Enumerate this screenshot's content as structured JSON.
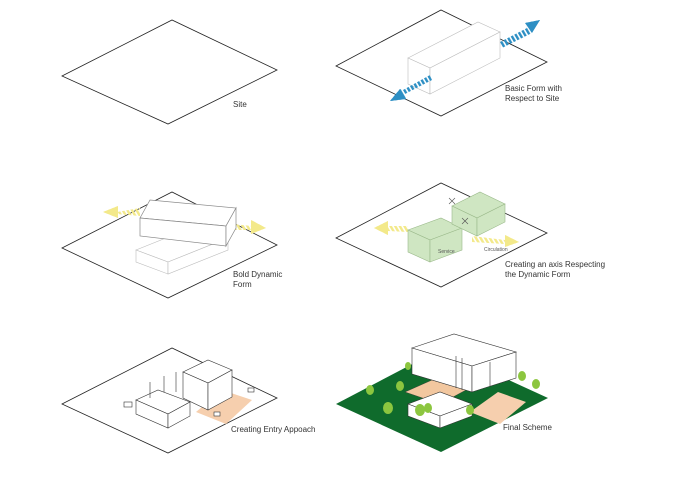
{
  "diagram": {
    "panels": [
      {
        "caption": "Site"
      },
      {
        "caption": "Basic Form with\nRespect to Site"
      },
      {
        "caption": "Bold Dynamic\nForm"
      },
      {
        "caption": "Creating an axis Respecting\nthe Dynamic Form"
      },
      {
        "caption": "Creating Entry Appoach"
      },
      {
        "caption": "Final Scheme"
      }
    ],
    "labels": {
      "service": "Service",
      "circulation": "Circulation"
    },
    "colors": {
      "line": "#222222",
      "arrow_blue": "#2d8fc4",
      "arrow_yellow": "#f3e98a",
      "volume_green": "#cfe6c2",
      "entry_peach": "#f6cfae",
      "lawn_green": "#0f6b2c",
      "tree_green": "#8cc63f"
    }
  }
}
